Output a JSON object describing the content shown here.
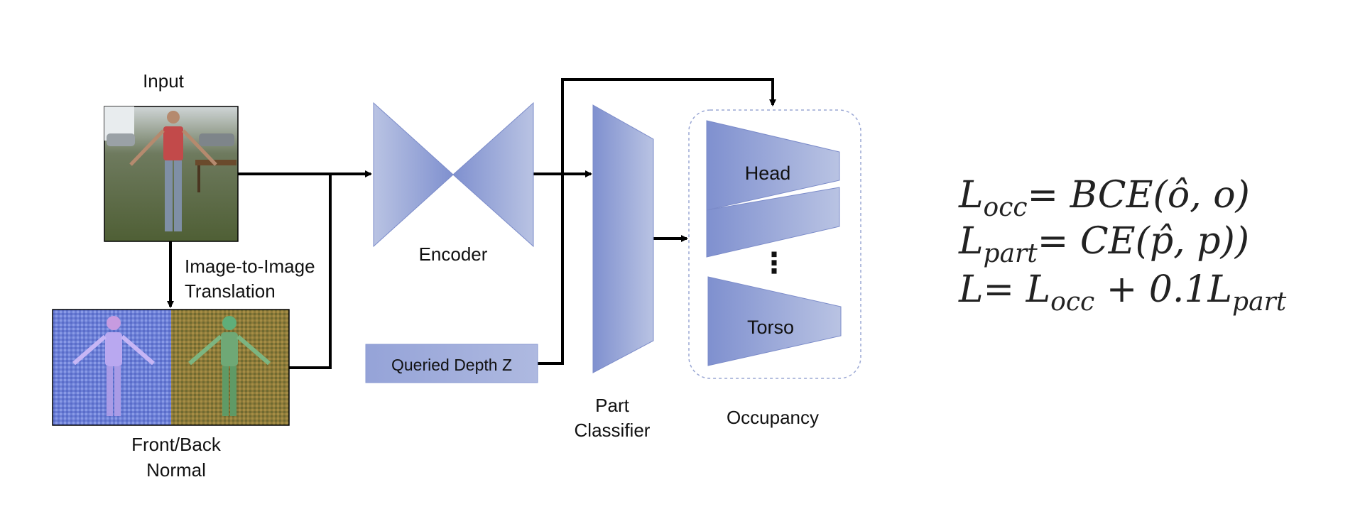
{
  "labels": {
    "input": "Input",
    "translation_line1": "Image-to-Image",
    "translation_line2": "Translation",
    "normal_line1": "Front/Back",
    "normal_line2": "Normal",
    "encoder": "Encoder",
    "queried_depth": "Queried Depth Z",
    "classifier_line1": "Part",
    "classifier_line2": "Classifier",
    "head": "Head",
    "torso": "Torso",
    "ellipsis": "⋮",
    "occupancy": "Occupancy"
  },
  "equations": [
    {
      "lhs": "L",
      "lhs_sub": "occ",
      "rhs": "= BCE(ô, o)"
    },
    {
      "lhs": "L",
      "lhs_sub": "part",
      "rhs": "= CE(p̂, p))"
    },
    {
      "lhs": "L",
      "rhs": "= L",
      "rhs_sub": "occ",
      "rhs_tail": " + 0.1L",
      "rhs_tail_sub": "part"
    }
  ],
  "colors": {
    "block_fill_light": "#b9c3e3",
    "block_fill_dark": "#7f90cf",
    "block_stroke": "#7b8bc9",
    "arrow": "#000000",
    "dashed_border": "#9aa7d4"
  }
}
